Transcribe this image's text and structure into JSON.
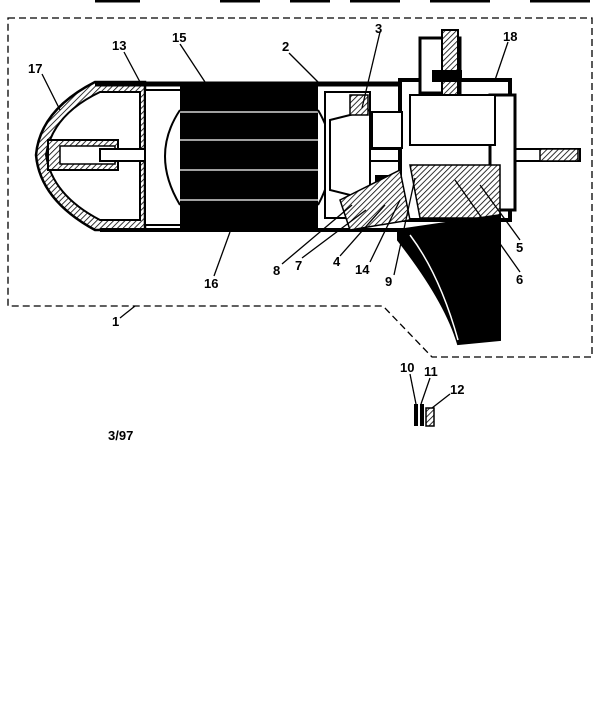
{
  "diagram": {
    "parts": {
      "p1": "1",
      "p2": "2",
      "p3": "3",
      "p4": "4",
      "p5": "5",
      "p6": "6",
      "p7": "7",
      "p8": "8",
      "p9": "9",
      "p10": "10",
      "p11": "11",
      "p12": "12",
      "p13": "13",
      "p14": "14",
      "p15": "15",
      "p16": "16",
      "p17": "17",
      "p18": "18"
    },
    "revision_code": "3/97"
  },
  "colors": {
    "ink": "#000000",
    "paper": "#ffffff"
  }
}
